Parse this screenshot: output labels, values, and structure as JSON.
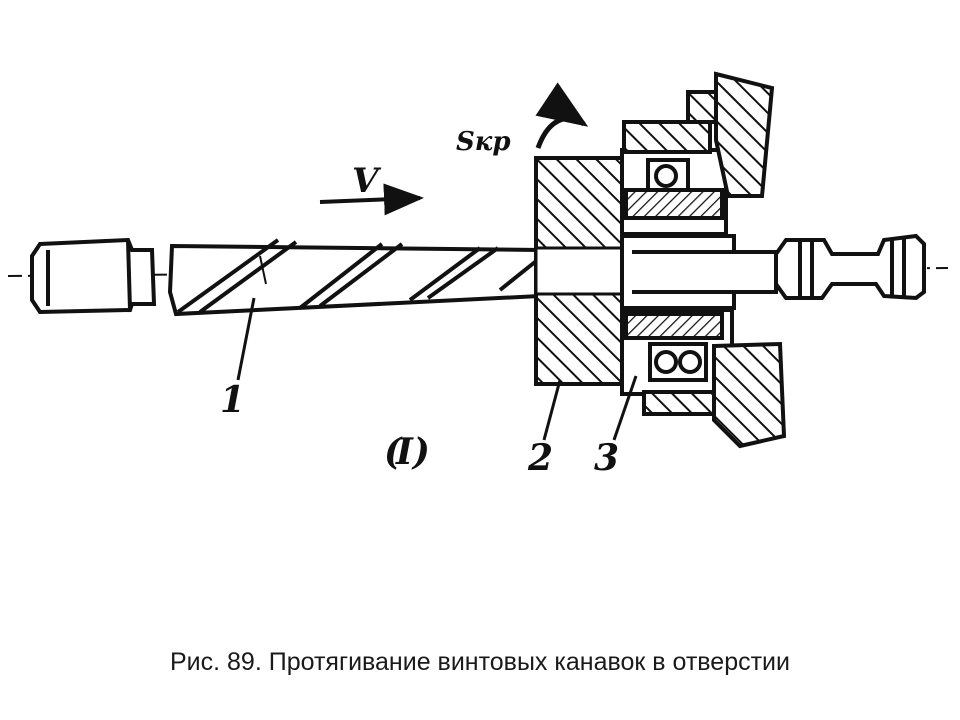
{
  "diagram": {
    "labels": {
      "velocity": "V",
      "rotation_feed": "Sкр",
      "part_1": "1",
      "part_2": "2",
      "part_3": "3",
      "view": "(",
      "view_letter": "I)"
    }
  },
  "caption": "Рис. 89. Протягивание винтовых канавок в отверстии",
  "colors": {
    "ink": "#111111",
    "background": "#ffffff"
  }
}
